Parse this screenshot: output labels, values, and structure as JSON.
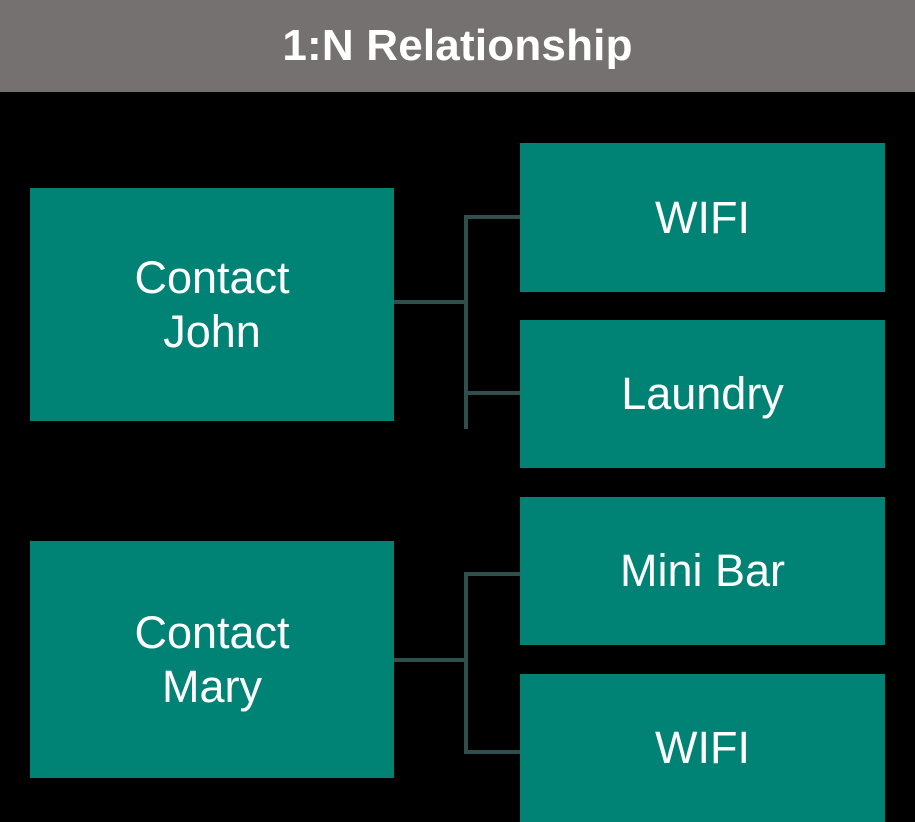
{
  "header": {
    "title": "1:N Relationship"
  },
  "canvas": {
    "background_color": "#000000",
    "header_color": "#767171",
    "node_color": "#008375",
    "node_text_color": "#ffffff",
    "connector_color": "#2e4f4c"
  },
  "diagram": {
    "type": "entity-relationship",
    "parents": [
      {
        "id": "contact-john",
        "label": "Contact\nJohn",
        "line1": "Contact",
        "line2": "John",
        "children": [
          "wifi-1",
          "laundry"
        ]
      },
      {
        "id": "contact-mary",
        "label": "Contact\nMary",
        "line1": "Contact",
        "line2": "Mary",
        "children": [
          "mini-bar",
          "wifi-2"
        ]
      }
    ],
    "children": [
      {
        "id": "wifi-1",
        "label": "WIFI",
        "parent": "contact-john"
      },
      {
        "id": "laundry",
        "label": "Laundry",
        "parent": "contact-john"
      },
      {
        "id": "mini-bar",
        "label": "Mini Bar",
        "parent": "contact-mary"
      },
      {
        "id": "wifi-2",
        "label": "WIFI",
        "parent": "contact-mary"
      }
    ]
  }
}
